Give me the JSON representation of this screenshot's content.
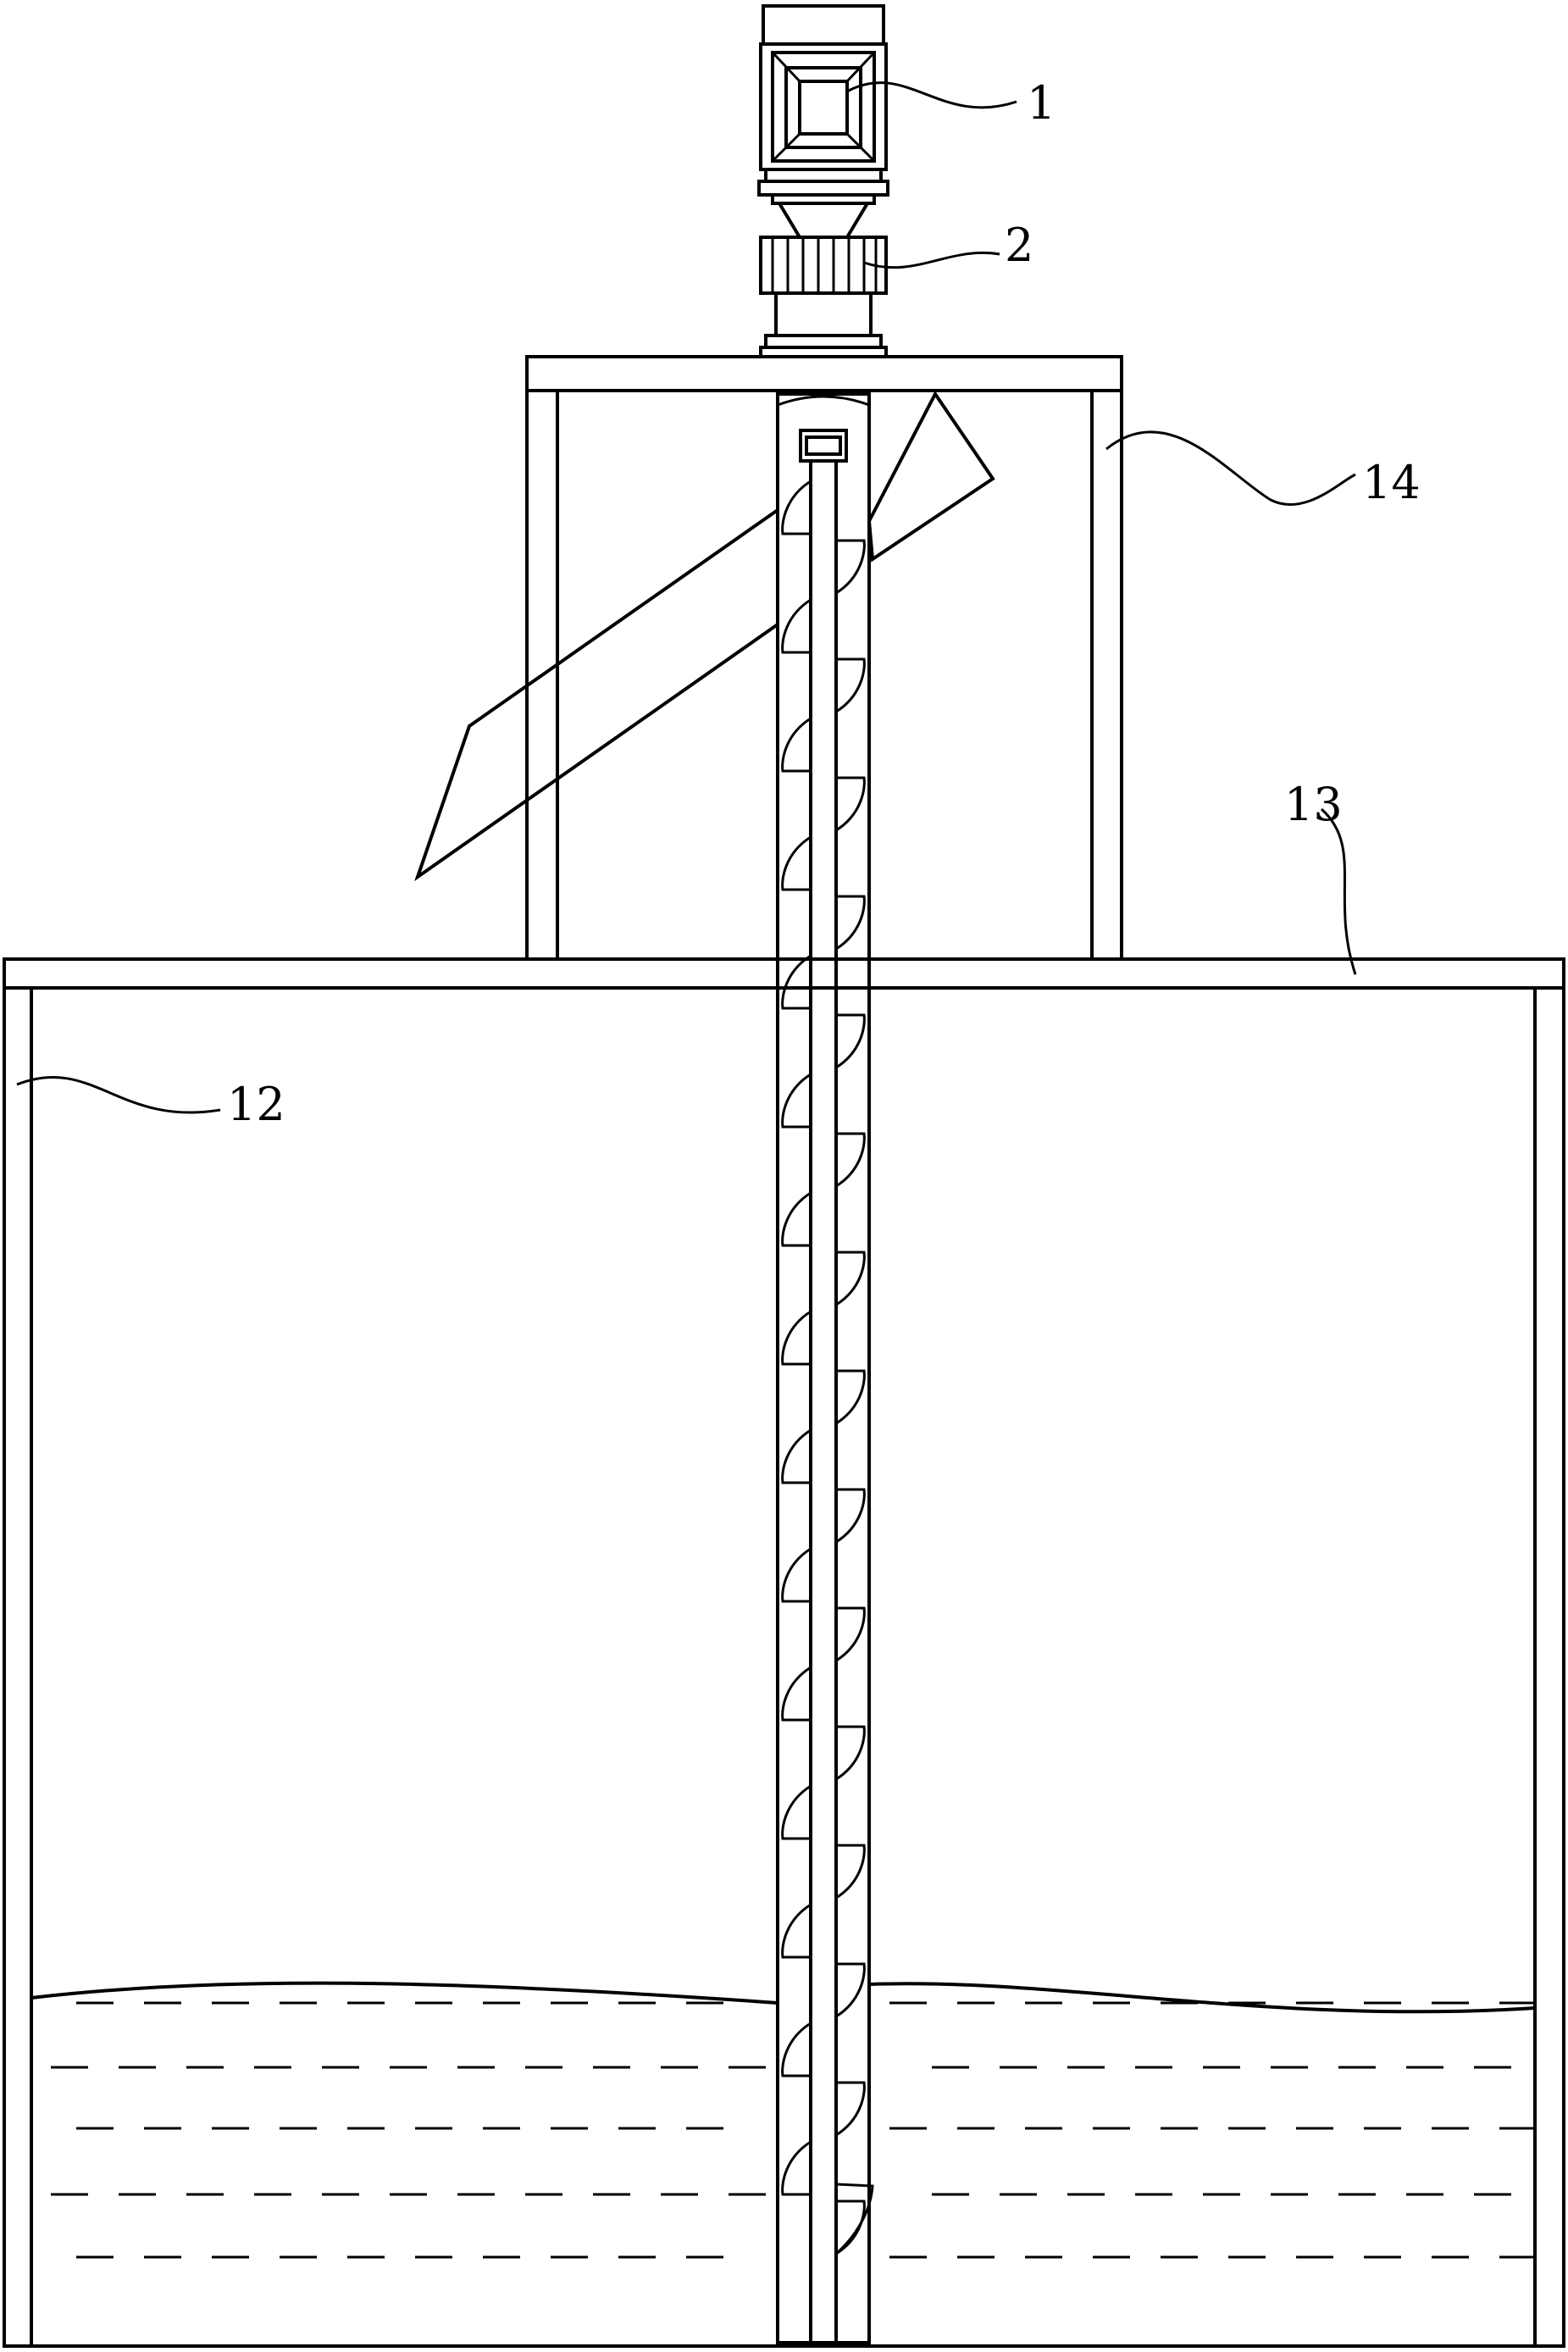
{
  "labels": {
    "motor": "1",
    "coupling": "2",
    "tank": "12",
    "cover": "13",
    "frame": "14"
  },
  "colors": {
    "stroke": "#000000",
    "background": "#ffffff"
  }
}
